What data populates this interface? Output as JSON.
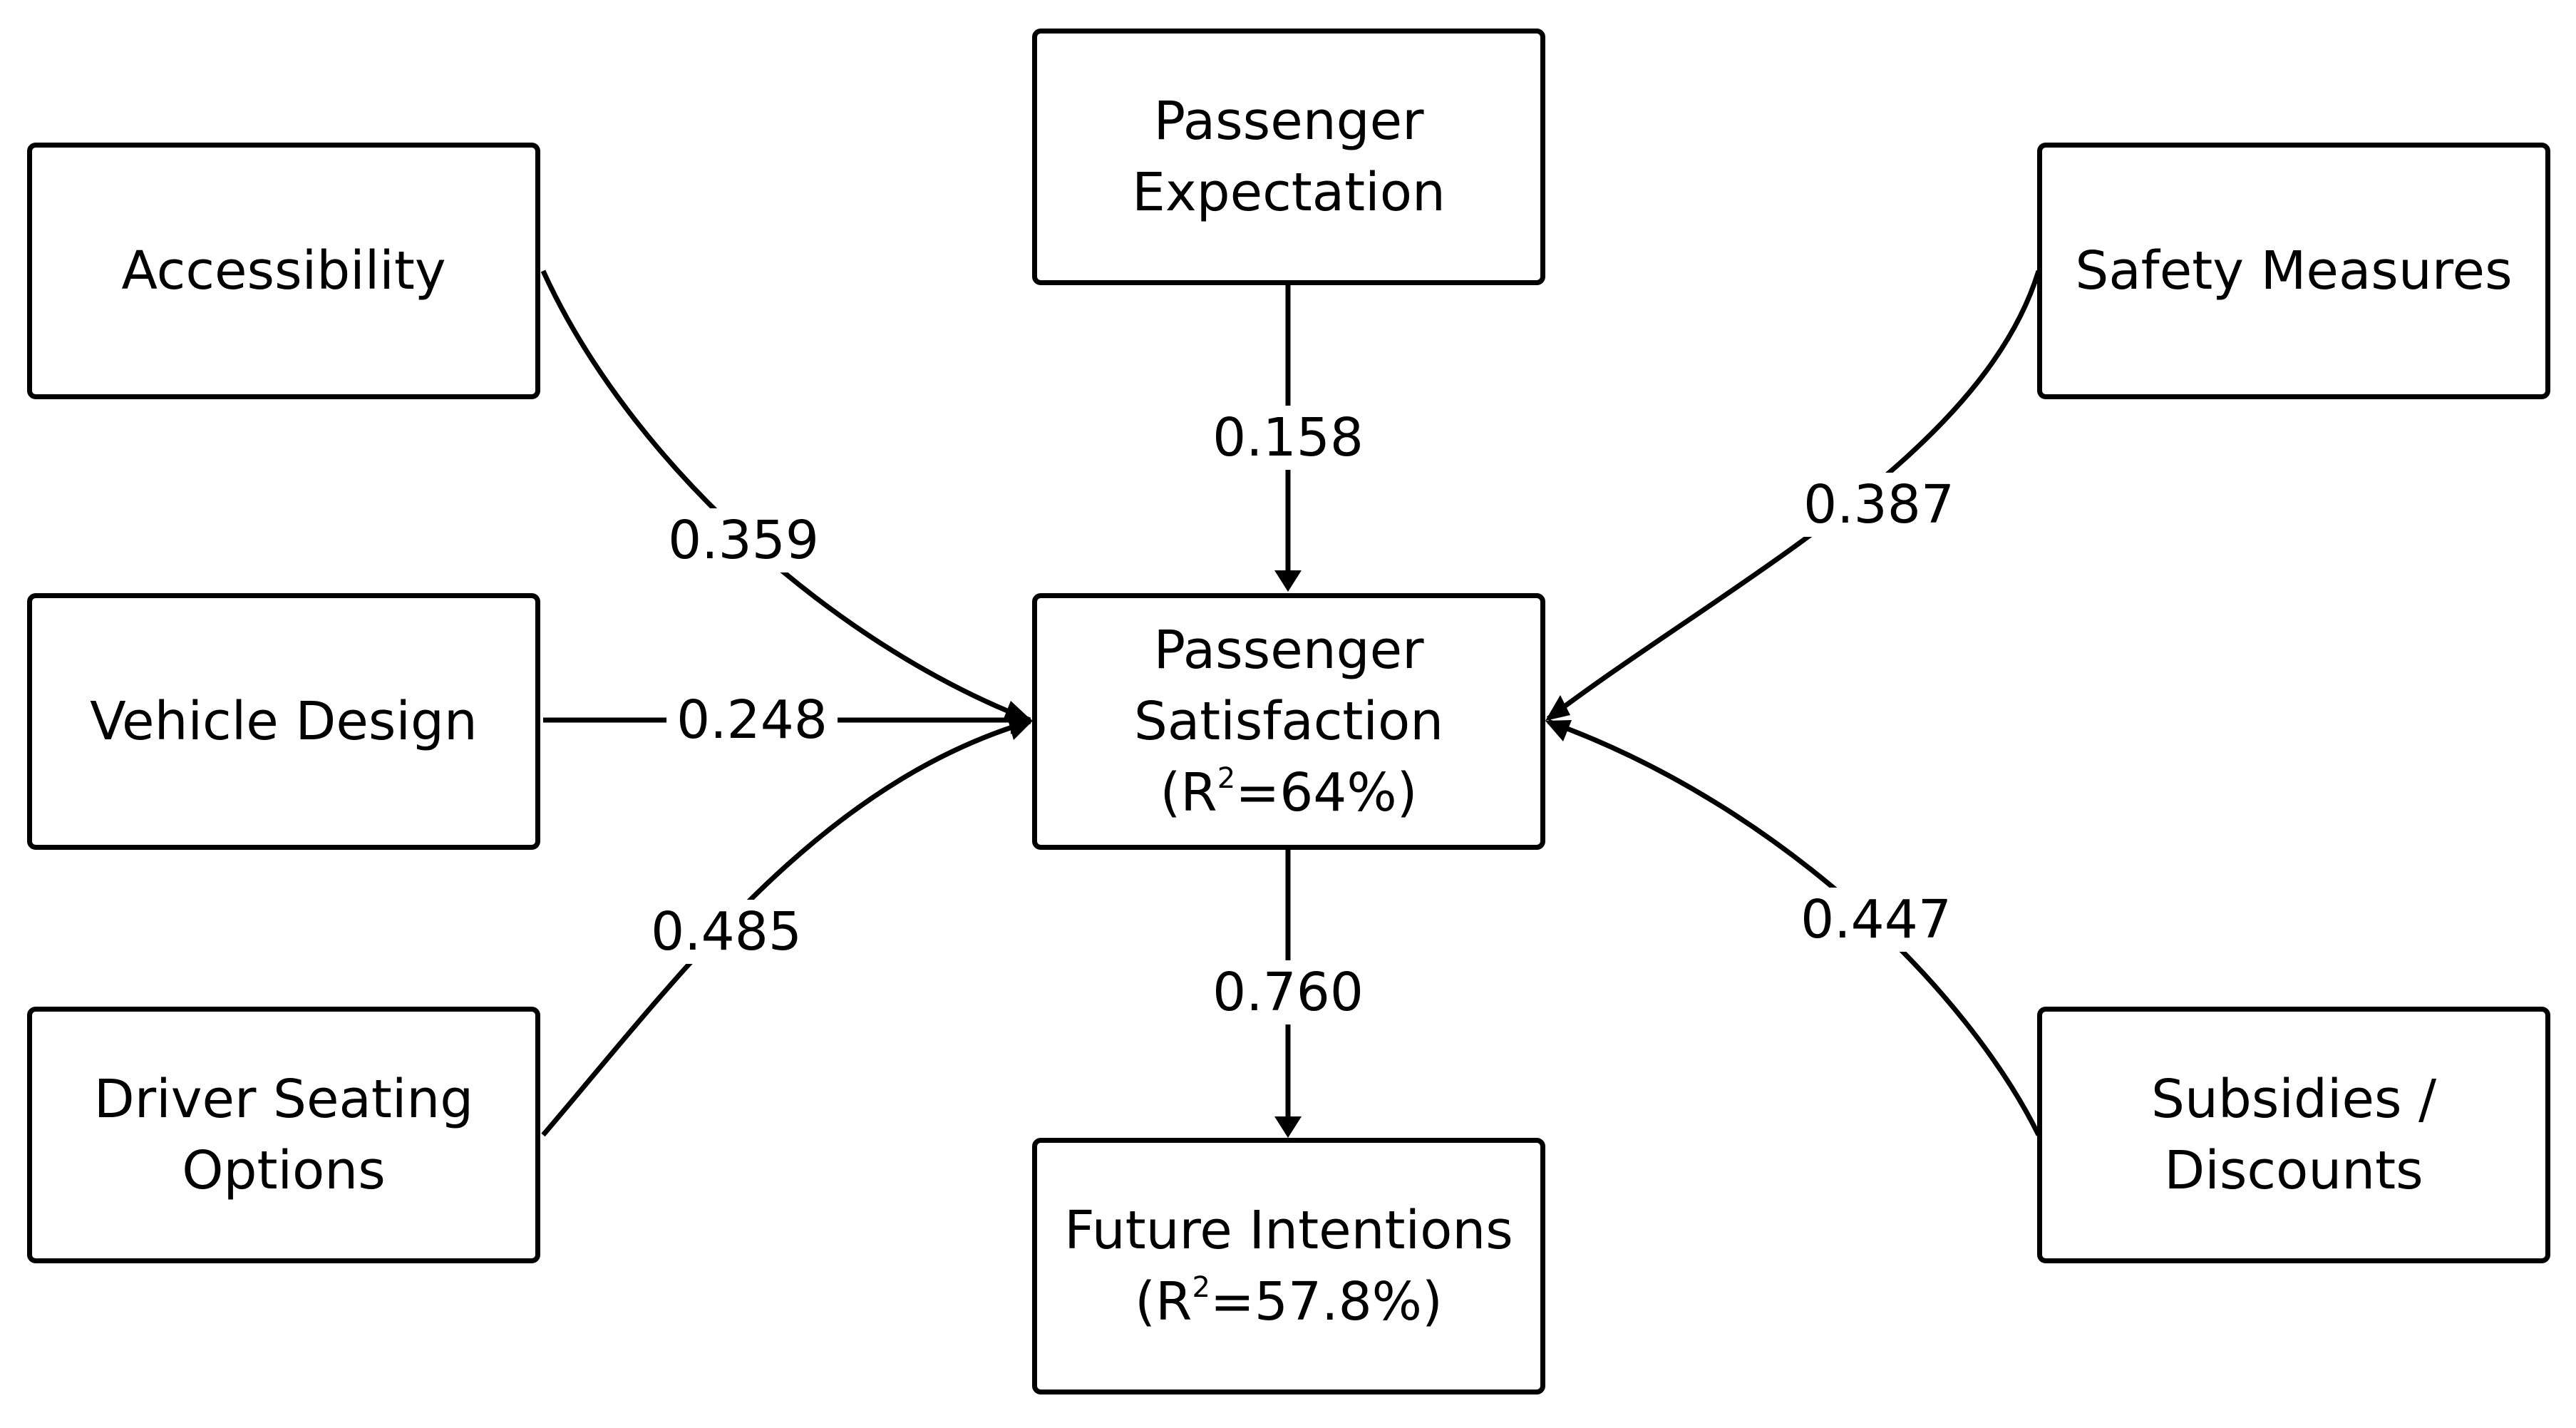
{
  "nodes": {
    "accessibility": {
      "lines": [
        "Accessibility"
      ]
    },
    "vehicle_design": {
      "lines": [
        "Vehicle Design"
      ]
    },
    "driver_seating": {
      "lines": [
        "Driver Seating",
        "Options"
      ]
    },
    "passenger_expectation": {
      "lines": [
        "Passenger",
        "Expectation"
      ]
    },
    "passenger_satisfaction": {
      "lines": [
        "Passenger",
        "Satisfaction"
      ],
      "r2_prefix": "(R",
      "r2_sup": "2",
      "r2_value": "=64%)"
    },
    "future_intentions": {
      "lines": [
        "Future Intentions"
      ],
      "r2_prefix": "(R",
      "r2_sup": "2",
      "r2_value": "=57.8%)"
    },
    "safety_measures": {
      "lines": [
        "Safety Measures"
      ]
    },
    "subsidies": {
      "lines": [
        "Subsidies /",
        "Discounts"
      ]
    }
  },
  "paths": [
    {
      "from": "accessibility",
      "to": "passenger_satisfaction",
      "coefficient": "0.359"
    },
    {
      "from": "vehicle_design",
      "to": "passenger_satisfaction",
      "coefficient": "0.248"
    },
    {
      "from": "driver_seating",
      "to": "passenger_satisfaction",
      "coefficient": "0.485"
    },
    {
      "from": "passenger_expectation",
      "to": "passenger_satisfaction",
      "coefficient": "0.158"
    },
    {
      "from": "safety_measures",
      "to": "passenger_satisfaction",
      "coefficient": "0.387"
    },
    {
      "from": "subsidies",
      "to": "passenger_satisfaction",
      "coefficient": "0.447"
    },
    {
      "from": "passenger_satisfaction",
      "to": "future_intentions",
      "coefficient": "0.760"
    }
  ]
}
